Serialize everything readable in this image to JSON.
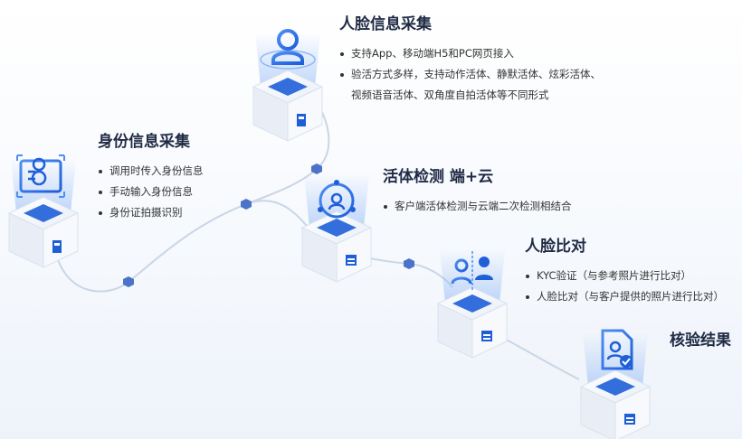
{
  "steps": {
    "face_collect": {
      "title": "人脸信息采集",
      "bullets": [
        "支持App、移动端H5和PC网页接入",
        "验活方式多样，支持动作活体、静默活体、炫彩活体、"
      ],
      "continuation": "视频语音活体、双角度自拍活体等不同形式"
    },
    "id_collect": {
      "title": "身份信息采集",
      "bullets": [
        "调用时传入身份信息",
        "手动输入身份信息",
        "身份证拍摄识别"
      ]
    },
    "liveness": {
      "title": "活体检测 端+云",
      "bullets": [
        "客户端活体检测与云端二次检测相结合"
      ]
    },
    "face_compare": {
      "title": "人脸比对",
      "bullets": [
        "KYC验证（与参考照片进行比对）",
        "人脸比对（与客户提供的照片进行比对）"
      ]
    },
    "verify": {
      "title": "核验结果"
    }
  },
  "colors": {
    "brand_blue": "#1e5fd8",
    "light_blue": "#8fb7f5",
    "path_gray": "#c9d6e6",
    "node_blue": "#4b74c8"
  },
  "icons": [
    "id-card-icon",
    "face-user-icon",
    "liveness-network-icon",
    "face-compare-icon",
    "verify-shield-icon"
  ]
}
